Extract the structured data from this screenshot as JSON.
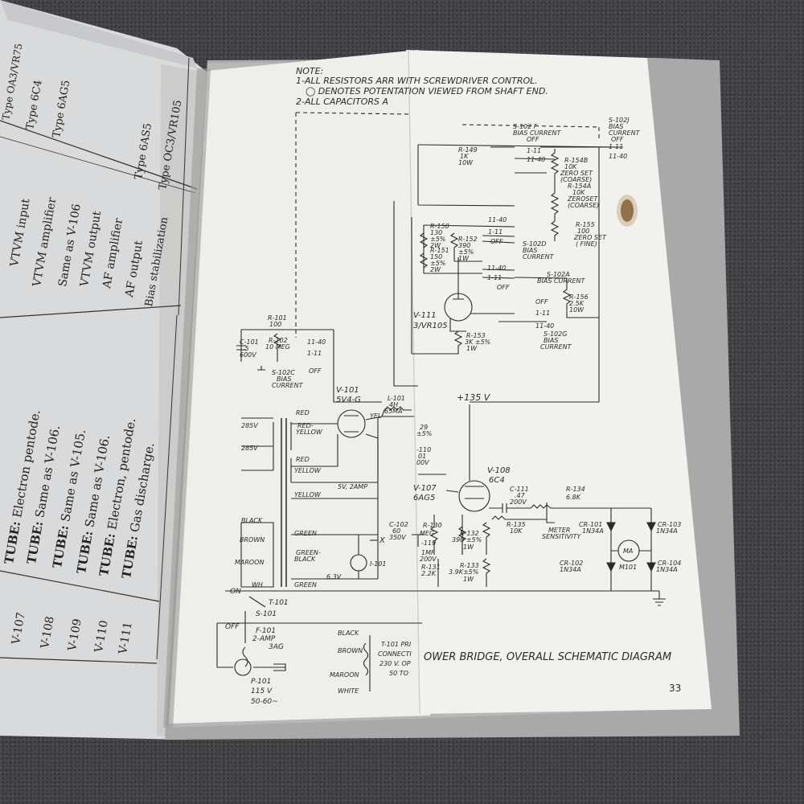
{
  "left_page": {
    "upper_rows": [
      {
        "desc": "VTVM input",
        "type": "Type 6C4"
      },
      {
        "desc": "VTVM amplifier",
        "type": "Type 6AG5"
      },
      {
        "desc": "Same as V-106",
        "type": ""
      },
      {
        "desc": "VTVM output",
        "type": ""
      },
      {
        "desc": "AF amplifier",
        "type": "Type 6AS5"
      },
      {
        "desc": "AF output",
        "type": "Type OC3/VR105"
      },
      {
        "desc": "Bias stabilization",
        "type": ""
      }
    ],
    "upper_top_fragment": "Type OA3/VR75",
    "lower_rows": [
      {
        "id": "V-107",
        "prefix": "TUBE:",
        "desc": "Electron pentode."
      },
      {
        "id": "V-108",
        "prefix": "TUBE:",
        "desc": "Same as V-106."
      },
      {
        "id": "V-109",
        "prefix": "TUBE:",
        "desc": "Same as V-105."
      },
      {
        "id": "V-110",
        "prefix": "TUBE:",
        "desc": "Same as V-106."
      },
      {
        "id": "V-111",
        "prefix": "TUBE:",
        "desc": "Electron, pentode."
      },
      {
        "id": "",
        "prefix": "TUBE:",
        "desc": "Gas discharge."
      }
    ]
  },
  "schematic": {
    "note_title": "NOTE:",
    "note_1": "1-ALL RESISTORS ARR WITH SCREWDRIVER CONTROL.",
    "note_1b": "◯ DENOTES POTENTATION VIEWED FROM SHAFT END.",
    "note_2": "2-ALL CAPACITORS A",
    "labels": {
      "s102f": "S-102 F",
      "s102f_sub": "BIAS CURRENT",
      "off": "OFF",
      "s102j": "S-102J",
      "s102j_sub1": "BIAS",
      "s102j_sub2": "CURRENT",
      "r149": "R-149",
      "r149_v": "1K",
      "r149_w": "10W",
      "sw111": "1-11",
      "sw1140": "11-40",
      "r154b": "R-154B",
      "r154b_v": "10K",
      "zero_coarse1": "ZERO SET",
      "coarse": "(COARSE)",
      "r154a": "R-154A",
      "r154a_v": "10K",
      "zero_coarse2": "ZEROSET",
      "r155": "R-155",
      "r155_v": "100",
      "zero_fine": "ZERO SET",
      "fine": "( FINE)",
      "r150": "R-150",
      "r150_v": "130",
      "r150_t": "±5%",
      "r150_w": "2W",
      "r152": "R-152",
      "r152_v": "390",
      "r152_t": "±5%",
      "r152_w": "1W",
      "r151": "R-151",
      "r151_v": "150",
      "r151_t": "±5%",
      "r151_w": "2W",
      "s102d": "S-102D",
      "s102d_sub1": "BIAS",
      "s102d_sub2": "CURRENT",
      "s102a": "S-102A",
      "s102a_sub": "BIAS CURRENT",
      "r156": "R-156",
      "r156_v": "2.5K",
      "r156_w": "10W",
      "v111": "V-111",
      "v111_t": "3/VR105",
      "r153": "R-153",
      "r153_v": "3K ±5%",
      "r153_w": "1W",
      "s102g": "S-102G",
      "s102g_sub1": "BIAS",
      "s102g_sub2": "CURRENT",
      "r101": "R-101",
      "r101_v": "100",
      "c101": "C-101",
      "c101_v": ".5",
      "c101_w": "600V",
      "r102": "R-102",
      "r102_v": "10 MEG",
      "s102c": "S-102C",
      "s102c_sub1": "BIAS",
      "s102c_sub2": "CURRENT",
      "v101": "V-101",
      "v101_t": "5V4-G",
      "l101": "L-101",
      "l101_v": "4H",
      "l101_ma": "65MA",
      "yel": "YEL",
      "plus135": "+135 V",
      "red": "RED",
      "red_yellow": "RED-",
      "red_yellow2": "YELLOW",
      "v285a": "285V",
      "v285b": "285V",
      "red2": "RED",
      "yellow": "YELLOW",
      "fil": "5V, 2AMP",
      "yellow2": "YELLOW",
      "f29": "29",
      "f5pc": "±5%",
      "f110": "-110",
      "f01": "01",
      "f00v": "00V",
      "v108": "V-108",
      "v108_t": "6C4",
      "c111": "C-111",
      "c111_v": ".47",
      "c111_w": "200V",
      "r134": "R-134",
      "r134_v": "6.8K",
      "v107": "V-107",
      "v107_t": "6AG5",
      "black": "BLACK",
      "brown": "BROWN",
      "maroon": "MAROON",
      "wh": "WH",
      "green": "GREEN",
      "green_black": "GREEN-",
      "green_black2": "BLACK",
      "green2": "GREEN",
      "v63": "6.3V",
      "c102": "C-102",
      "c102_v": "60",
      "c102_w": "350V",
      "x1": "X",
      "i101": "I-101",
      "r130": "R-130",
      "r130_v": "MEG",
      "r119": "-119",
      "r119_v": "1MF",
      "r119_w": "200V",
      "r131": "R-131",
      "r131_v": "2.2K",
      "r132": "R-132",
      "r132_v": "390 ±5%",
      "r132_w": "1W",
      "r133": "R-133",
      "r133_v": "3.9K±5%",
      "r133_w": "1W",
      "r135": "R-135",
      "r135_v": "10K",
      "meter": "METER",
      "sensitivity": "SENSITIVITY",
      "cr101": "CR-101",
      "cr101_v": "1N34A",
      "cr103": "CR-103",
      "cr103_v": "1N34A",
      "ma": "MA",
      "m101": "M101",
      "cr102": "CR-102",
      "cr102_v": "1N34A",
      "cr104": "CR-104",
      "cr104_v": "1N34A",
      "on": "ON",
      "t101": "T-101",
      "s101": "S-101",
      "off2": "OFF",
      "f101": "F-101",
      "f101_v": "2-AMP",
      "f101_t": "3AG",
      "p101": "P-101",
      "p101_v": "115 V",
      "p101_f": "50-60~",
      "black2": "BLACK",
      "brown2": "BROWN",
      "maroon2": "MAROON",
      "white": "WHITE",
      "t101_pri": "T-101 PRI",
      "connect": "CONNECTI",
      "v230": "230 V. OP",
      "v50": "50 TO"
    },
    "caption": "OWER BRIDGE, OVERALL SCHEMATIC DIAGRAM",
    "page_number": "33"
  }
}
